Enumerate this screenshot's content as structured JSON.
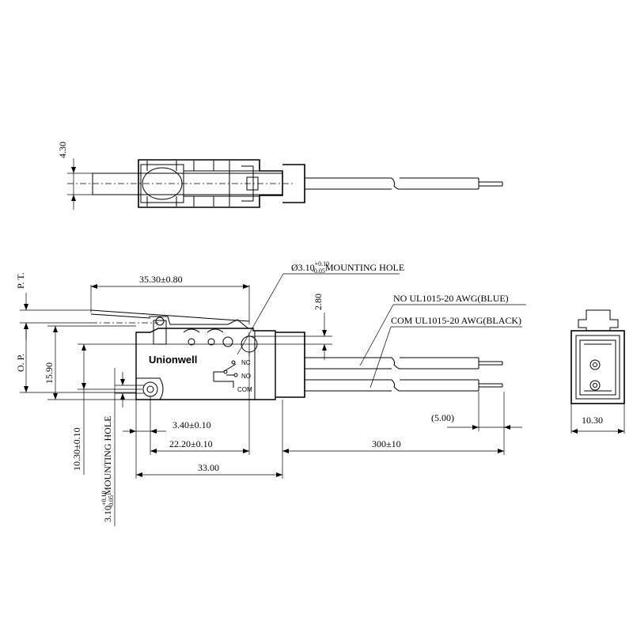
{
  "brand": "Unionwell",
  "terminals": {
    "nc": "NC",
    "no": "NO",
    "com": "COM"
  },
  "dimensions": {
    "top_height": "4.30",
    "pt": "P. T.",
    "op": "O. P.",
    "lever_length": "35.30±0.80",
    "mount_hole_top": "Ø3.10",
    "mount_hole_top_tol_plus": "+0.10",
    "mount_hole_top_tol_minus": "-0.05",
    "mount_hole_top_label": "MOUNTING HOLE",
    "lever_offset": "2.80",
    "height": "15.90",
    "vertical_offset": "10.30±0.10",
    "mount_hole_left": "3.10",
    "mount_hole_left_tol_plus": "+0.10",
    "mount_hole_left_tol_minus": "-0.05",
    "mount_hole_left_label": "MOUNTING HOLE",
    "hole_x": "3.40±0.10",
    "hole_spacing": "22.20±0.10",
    "body_length": "33.00",
    "wire_length": "300±10",
    "strip_length": "(5.00)",
    "end_width": "10.30"
  },
  "wires": {
    "no_label": "NO UL1015-20 AWG(BLUE)",
    "com_label": "COM UL1015-20 AWG(BLACK)"
  }
}
